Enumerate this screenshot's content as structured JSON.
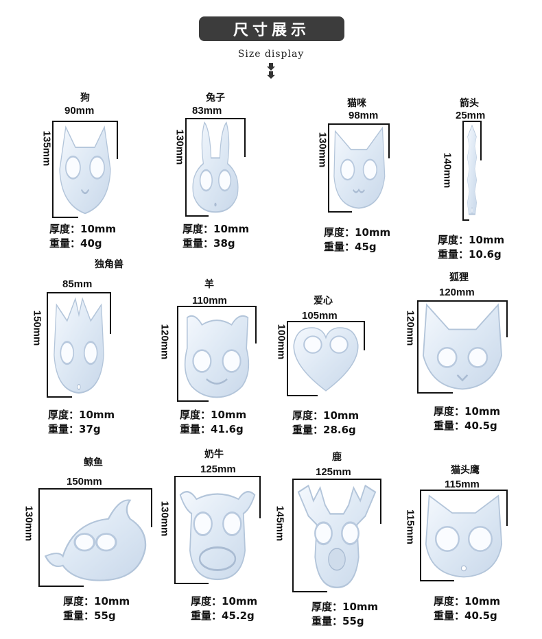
{
  "header": {
    "title": "尺寸展示",
    "subtitle": "Size display"
  },
  "spec_labels": {
    "thickness": "厚度：",
    "weight": "重量："
  },
  "molds": [
    {
      "name": "狗",
      "width": "90mm",
      "height": "135mm",
      "thickness": "10mm",
      "weight": "40g",
      "icon": "dog-mold-icon"
    },
    {
      "name": "兔子",
      "width": "83mm",
      "height": "130mm",
      "thickness": "10mm",
      "weight": "38g",
      "icon": "rabbit-mold-icon"
    },
    {
      "name": "猫咪",
      "width": "98mm",
      "height": "130mm",
      "thickness": "10mm",
      "weight": "45g",
      "icon": "cat-mold-icon"
    },
    {
      "name": "箭头",
      "width": "25mm",
      "height": "140mm",
      "thickness": "10mm",
      "weight": "10.6g",
      "icon": "arrow-mold-icon"
    },
    {
      "name": "独角兽",
      "width": "85mm",
      "height": "150mm",
      "thickness": "10mm",
      "weight": "37g",
      "icon": "unicorn-mold-icon"
    },
    {
      "name": "羊",
      "width": "110mm",
      "height": "120mm",
      "thickness": "10mm",
      "weight": "41.6g",
      "icon": "sheep-mold-icon"
    },
    {
      "name": "爱心",
      "width": "105mm",
      "height": "100mm",
      "thickness": "10mm",
      "weight": "28.6g",
      "icon": "heart-mold-icon"
    },
    {
      "name": "狐狸",
      "width": "120mm",
      "height": "120mm",
      "thickness": "10mm",
      "weight": "40.5g",
      "icon": "fox-mold-icon"
    },
    {
      "name": "鲸鱼",
      "width": "150mm",
      "height": "130mm",
      "thickness": "10mm",
      "weight": "55g",
      "icon": "whale-mold-icon"
    },
    {
      "name": "奶牛",
      "width": "125mm",
      "height": "130mm",
      "thickness": "10mm",
      "weight": "45.2g",
      "icon": "cow-mold-icon"
    },
    {
      "name": "鹿",
      "width": "125mm",
      "height": "145mm",
      "thickness": "10mm",
      "weight": "55g",
      "icon": "deer-mold-icon"
    },
    {
      "name": "猫头鹰",
      "width": "115mm",
      "height": "115mm",
      "thickness": "10mm",
      "weight": "40.5g",
      "icon": "owl-mold-icon"
    }
  ]
}
